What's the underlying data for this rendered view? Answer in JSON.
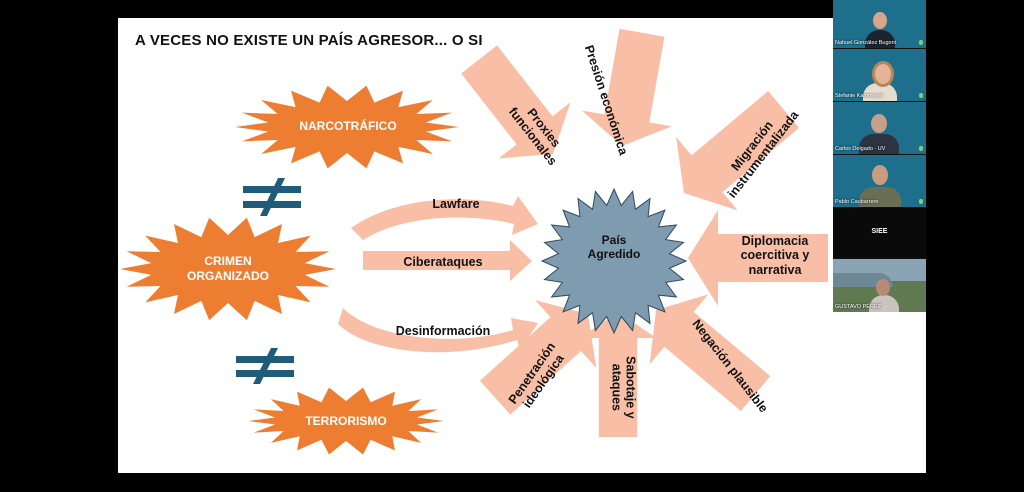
{
  "slide": {
    "title": "A VECES NO EXISTE UN PAÍS AGRESOR... O SI",
    "center": [
      "País",
      "Agredido"
    ],
    "bursts": {
      "narcotrafico": "NARCOTRÁFICO",
      "crimen": [
        "CRIMEN",
        "ORGANIZADO"
      ],
      "terrorismo": "TERRORISMO"
    },
    "left_arrows": {
      "lawfare": "Lawfare",
      "ciberataques": "Ciberataques",
      "desinformacion": "Desinformación"
    },
    "radial_arrows": {
      "proxies": [
        "Proxies",
        "funcionales"
      ],
      "presion": "Presión económica",
      "migracion": [
        "Migración",
        "instrumentalizada"
      ],
      "diplomacia": [
        "Diplomacia",
        "coercitiva y",
        "narrativa"
      ],
      "negacion": "Negación plausible",
      "sabotaje": [
        "Sabotaje y",
        "ataques"
      ],
      "penetracion": [
        "Penetración",
        "ideológica"
      ]
    },
    "colors": {
      "burst": "#ED7D31",
      "arrow": "#F8BFA6",
      "center": "#7F9BB0",
      "not_equal": "#1F5C7A"
    }
  },
  "participants": [
    {
      "name": "Nahuel González Bugoni"
    },
    {
      "name": "Stefanie Kammeyer"
    },
    {
      "name": "Carlos Delgado - UV"
    },
    {
      "name": "Pablo Caubarrere"
    },
    {
      "name": "SIEE"
    },
    {
      "name": "GUSTAVO PÉREZ"
    }
  ]
}
